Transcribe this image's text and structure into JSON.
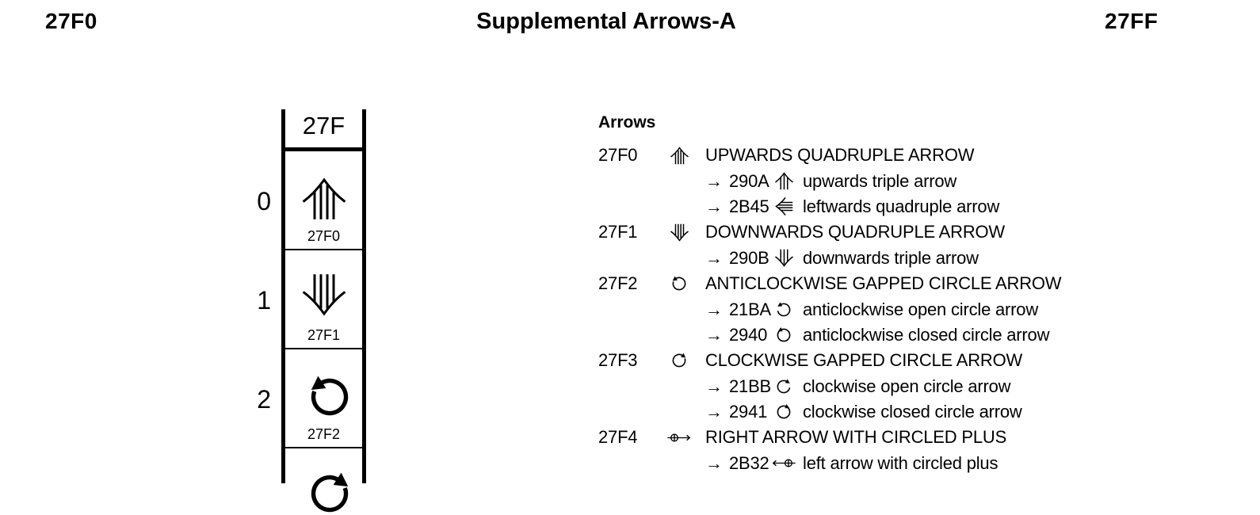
{
  "header": {
    "code_left": "27F0",
    "title": "Supplemental Arrows-A",
    "code_right": "27FF"
  },
  "chart": {
    "column_header": "27F",
    "row_digits": [
      "0",
      "1",
      "2"
    ],
    "cells": [
      {
        "code": "27F0",
        "glyph": "upwards-quadruple-arrow"
      },
      {
        "code": "27F1",
        "glyph": "downwards-quadruple-arrow"
      },
      {
        "code": "27F2",
        "glyph": "anticlockwise-gapped-circle-arrow"
      },
      {
        "glyph": "clockwise-gapped-circle-arrow-partially-visible"
      }
    ]
  },
  "names_list": {
    "section_title": "Arrows",
    "xref_arrow": "→",
    "entries": [
      {
        "kind": "char",
        "code": "27F0",
        "glyph": "upwards-quadruple-arrow",
        "name": "UPWARDS QUADRUPLE ARROW"
      },
      {
        "kind": "xref",
        "code": "290A",
        "glyph": "upwards-triple-arrow",
        "name": "upwards triple arrow"
      },
      {
        "kind": "xref",
        "code": "2B45",
        "glyph": "leftwards-quadruple-arrow",
        "name": "leftwards quadruple arrow"
      },
      {
        "kind": "char",
        "code": "27F1",
        "glyph": "downwards-quadruple-arrow",
        "name": "DOWNWARDS QUADRUPLE ARROW"
      },
      {
        "kind": "xref",
        "code": "290B",
        "glyph": "downwards-triple-arrow",
        "name": "downwards triple arrow"
      },
      {
        "kind": "char",
        "code": "27F2",
        "glyph": "anticlockwise-gapped-circle-arrow",
        "name": "ANTICLOCKWISE GAPPED CIRCLE ARROW"
      },
      {
        "kind": "xref",
        "code": "21BA",
        "glyph": "anticlockwise-open-circle-arrow",
        "name": "anticlockwise open circle arrow"
      },
      {
        "kind": "xref",
        "code": "2940",
        "glyph": "anticlockwise-closed-circle-arrow",
        "name": "anticlockwise closed circle arrow"
      },
      {
        "kind": "char",
        "code": "27F3",
        "glyph": "clockwise-gapped-circle-arrow",
        "name": "CLOCKWISE GAPPED CIRCLE ARROW"
      },
      {
        "kind": "xref",
        "code": "21BB",
        "glyph": "clockwise-open-circle-arrow",
        "name": "clockwise open circle arrow"
      },
      {
        "kind": "xref",
        "code": "2941",
        "glyph": "clockwise-closed-circle-arrow",
        "name": "clockwise closed circle arrow"
      },
      {
        "kind": "char",
        "code": "27F4",
        "glyph": "right-arrow-with-circled-plus",
        "name": "RIGHT ARROW WITH CIRCLED PLUS"
      },
      {
        "kind": "xref",
        "code": "2B32",
        "glyph": "left-arrow-with-circled-plus",
        "name": "left arrow with circled plus"
      }
    ]
  }
}
